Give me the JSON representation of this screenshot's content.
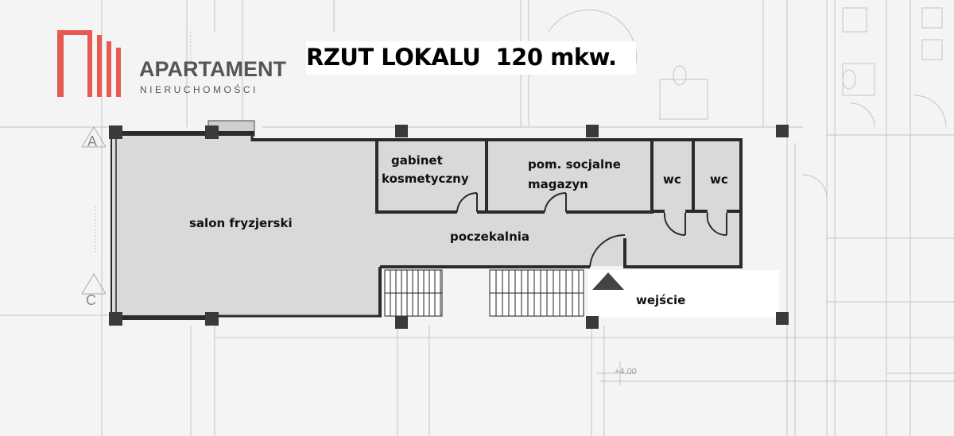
{
  "logo": {
    "brand": "APARTAMENT",
    "tagline": "NIERUCHOMOŚCI",
    "color": "#e55a52"
  },
  "title": "RZUT LOKALU  120 mkw.",
  "rooms": {
    "salon": "salon fryzjerski",
    "gabinet_1": "gabinet",
    "gabinet_2": "kosmetyczny",
    "pom_1": "pom. socjalne",
    "pom_2": "magazyn",
    "wc_1": "wc",
    "wc_2": "wc",
    "poczekalnia": "poczekalnia",
    "wejscie": "wejście"
  },
  "axes": {
    "a": "A",
    "c": "C"
  },
  "dimension": "+4,00",
  "colors": {
    "wall": "#2b2b2b",
    "floor": "#d8d8d8",
    "background": "#f4f4f4",
    "sketch": "#bdbdbd"
  }
}
